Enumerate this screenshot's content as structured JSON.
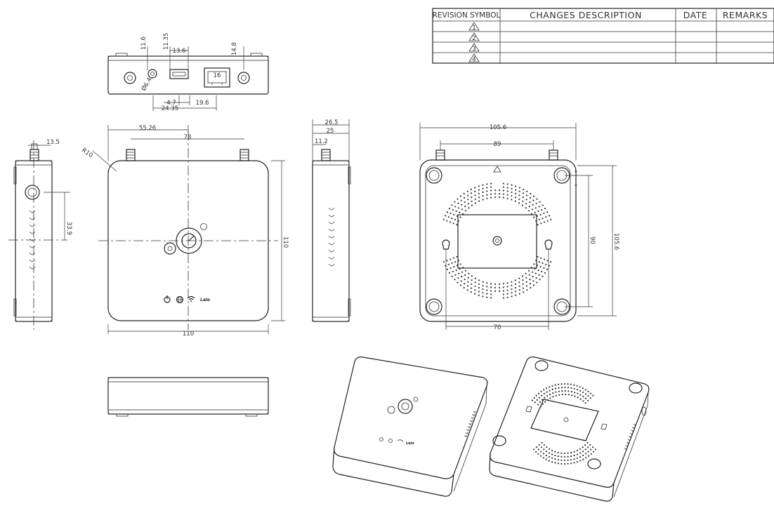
{
  "revision_table": {
    "headers": {
      "symbol": "REVISION SYMBOL",
      "changes": "CHANGES DESCRIPTION",
      "date": "DATE",
      "remarks": "REMARKS"
    },
    "rows": [
      "1",
      "2",
      "3",
      "4"
    ]
  },
  "dimensions": {
    "top_view": {
      "a": "11.6",
      "b": "11.35",
      "c": "13.6",
      "d": "14.8",
      "e": "Ø6.4",
      "f": "16",
      "g": "4.7",
      "h": "19.6",
      "i": "24.35"
    },
    "left_view": {
      "width": "13.5",
      "hole": "33.9"
    },
    "front_view": {
      "offset": "55.26",
      "span": "78",
      "radius": "R10",
      "height": "110",
      "width": "110"
    },
    "side_view": {
      "overall": "26.5",
      "body": "25",
      "antenna": "11.2"
    },
    "bottom_view": {
      "overall": "105.6",
      "antenna_span": "89",
      "hole_v": "90",
      "height": "105.6",
      "hole_h": "70"
    }
  },
  "device": {
    "brand_label": "Lalo"
  }
}
